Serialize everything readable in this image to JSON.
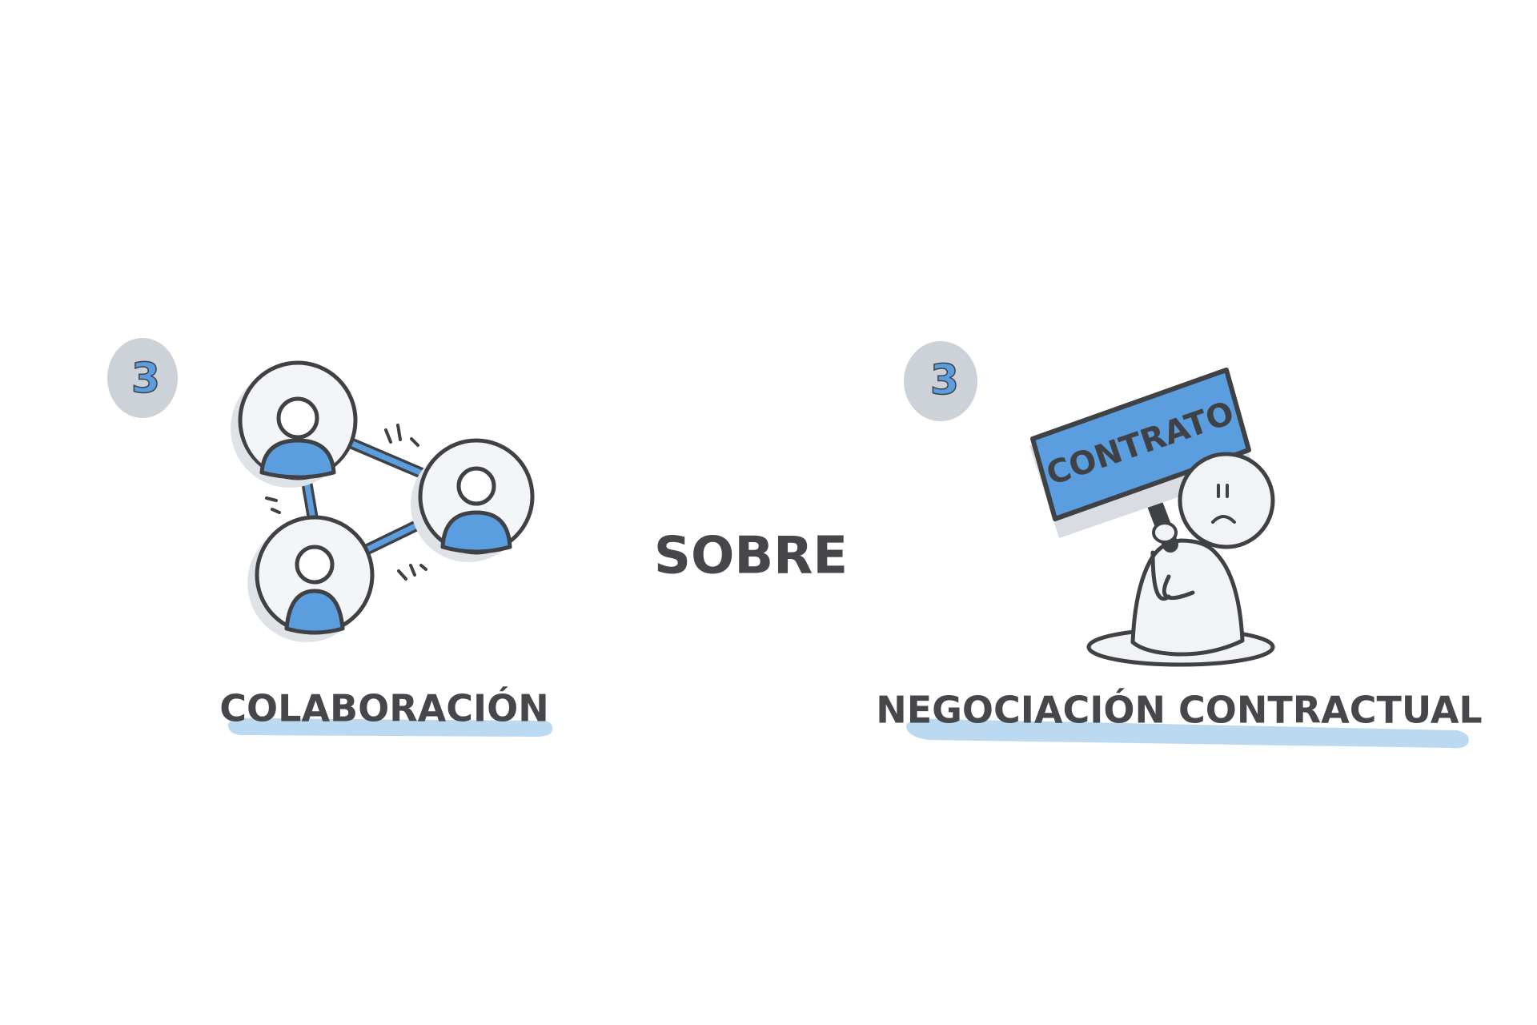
{
  "colors": {
    "accent_blue": "#5b9ee0",
    "light_blue_underline": "#bcd9f2",
    "badge_gray": "#ccd2d8",
    "outline": "#3f4145",
    "shadow_gray": "#e1e4e8",
    "fill_light": "#f2f3f5",
    "text": "#45474b"
  },
  "left_panel": {
    "badge_number": "3",
    "icon": "collaboration-network-icon",
    "label": "COLABORACIÓN"
  },
  "center": {
    "word": "SOBRE"
  },
  "right_panel": {
    "badge_number": "3",
    "icon": "sad-person-with-sign-icon",
    "sign_text": "CONTRATO",
    "label": "NEGOCIACIÓN CONTRACTUAL"
  }
}
